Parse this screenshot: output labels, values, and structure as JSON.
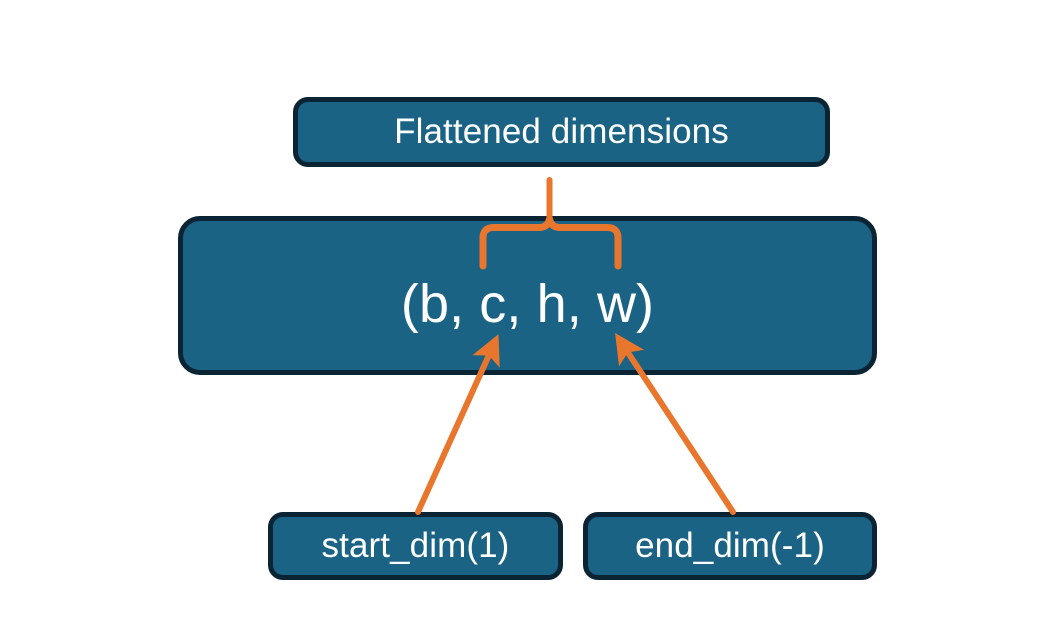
{
  "diagram": {
    "title_box": {
      "label": "Flattened dimensions"
    },
    "tensor_box": {
      "label": "(b, c, h, w)"
    },
    "start_box": {
      "label": "start_dim(1)"
    },
    "end_box": {
      "label": "end_dim(-1)"
    },
    "colors": {
      "box_fill": "#1a6385",
      "box_border": "#0b2433",
      "box_text": "#ffffff",
      "connector": "#e8762c",
      "background": "#ffffff"
    },
    "connectors": {
      "brace": {
        "name": "curly-brace-over-chw",
        "spans_label": "c, h, w",
        "points_to": "Flattened dimensions"
      },
      "arrow_start": {
        "name": "arrow-start-dim",
        "from": "start_dim(1)",
        "to": "c"
      },
      "arrow_end": {
        "name": "arrow-end-dim",
        "from": "end_dim(-1)",
        "to": "w"
      }
    }
  }
}
